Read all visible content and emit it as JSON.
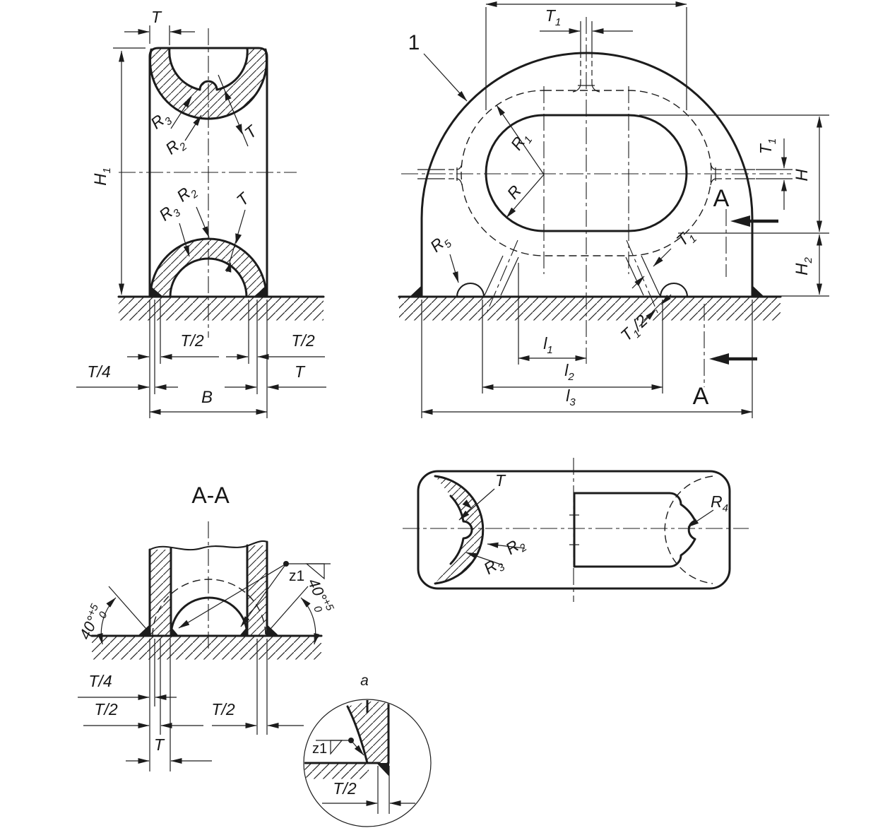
{
  "drawing": {
    "type": "technical-drawing",
    "line_color": "#1c1c1c",
    "background": "#ffffff",
    "part_callout": "1",
    "section_name": "A-A",
    "detail_name": "a"
  },
  "v1": {
    "t_top": "T",
    "h1": {
      "b": "H",
      "s": "1"
    },
    "r3u": {
      "b": "R",
      "s": "3"
    },
    "r2u": {
      "b": "R",
      "s": "2"
    },
    "tu": "T",
    "r2l": {
      "b": "R",
      "s": "2"
    },
    "r3l": {
      "b": "R",
      "s": "3"
    },
    "tl": "T",
    "t2a": "T/2",
    "t2b": "T/2",
    "t4": "T/4",
    "td": "T",
    "b": "B"
  },
  "v2": {
    "callout": "1",
    "t1top": {
      "b": "T",
      "s": "1"
    },
    "t1right": {
      "b": "T",
      "s": "1"
    },
    "h": "H",
    "h2": {
      "b": "H",
      "s": "2"
    },
    "r1": {
      "b": "R",
      "s": "1"
    },
    "r": "R",
    "r5": {
      "b": "R",
      "s": "5"
    },
    "t1leg": {
      "b": "T",
      "s": "1"
    },
    "t1half": {
      "b": "T",
      "s": "1",
      "r": "/2"
    },
    "l1": {
      "b": "l",
      "s": "1"
    },
    "l2": {
      "b": "l",
      "s": "2"
    },
    "l3": {
      "b": "l",
      "s": "3"
    },
    "a_top": "A",
    "a_bottom": "A"
  },
  "v3": {
    "title": "A-A",
    "ang_left": {
      "b": "40°",
      "sup": "+5",
      "sub": "0"
    },
    "ang_right": {
      "b": "40°",
      "sup": "+5",
      "sub": "0"
    },
    "z1": "z1",
    "t4": "T/4",
    "t2l": "T/2",
    "t2r": "T/2",
    "t": "T"
  },
  "v4": {
    "t": "T",
    "r2": {
      "b": "R",
      "s": "2"
    },
    "r3": {
      "b": "R",
      "s": "3"
    },
    "r4": {
      "b": "R",
      "s": "4"
    }
  },
  "det": {
    "a": "a",
    "z1": "z1",
    "t2": "T/2"
  }
}
